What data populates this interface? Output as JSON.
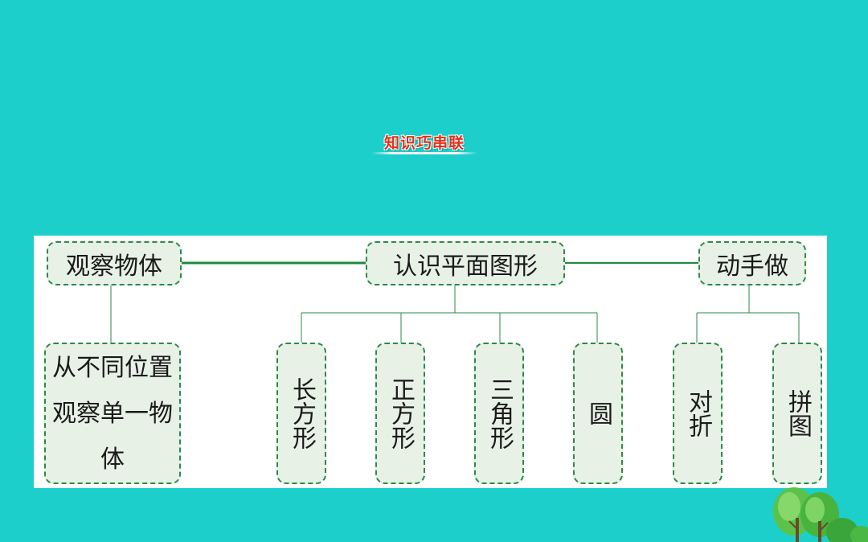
{
  "title": "知识巧串联",
  "colors": {
    "background": "#1ccfcb",
    "panel": "#ffffff",
    "box_fill": "#e8f1e6",
    "box_border": "#2a8a4a",
    "title_red": "#e23018"
  },
  "nodes": {
    "observe": "观察物体",
    "recognize": "认识平面图形",
    "handson": "动手做",
    "observe_single": "从不同位置观察单一物体",
    "rectangle": "长方形",
    "square": "正方形",
    "triangle": "三角形",
    "circle": "圆",
    "fold": "对折",
    "puzzle": "拼图"
  }
}
